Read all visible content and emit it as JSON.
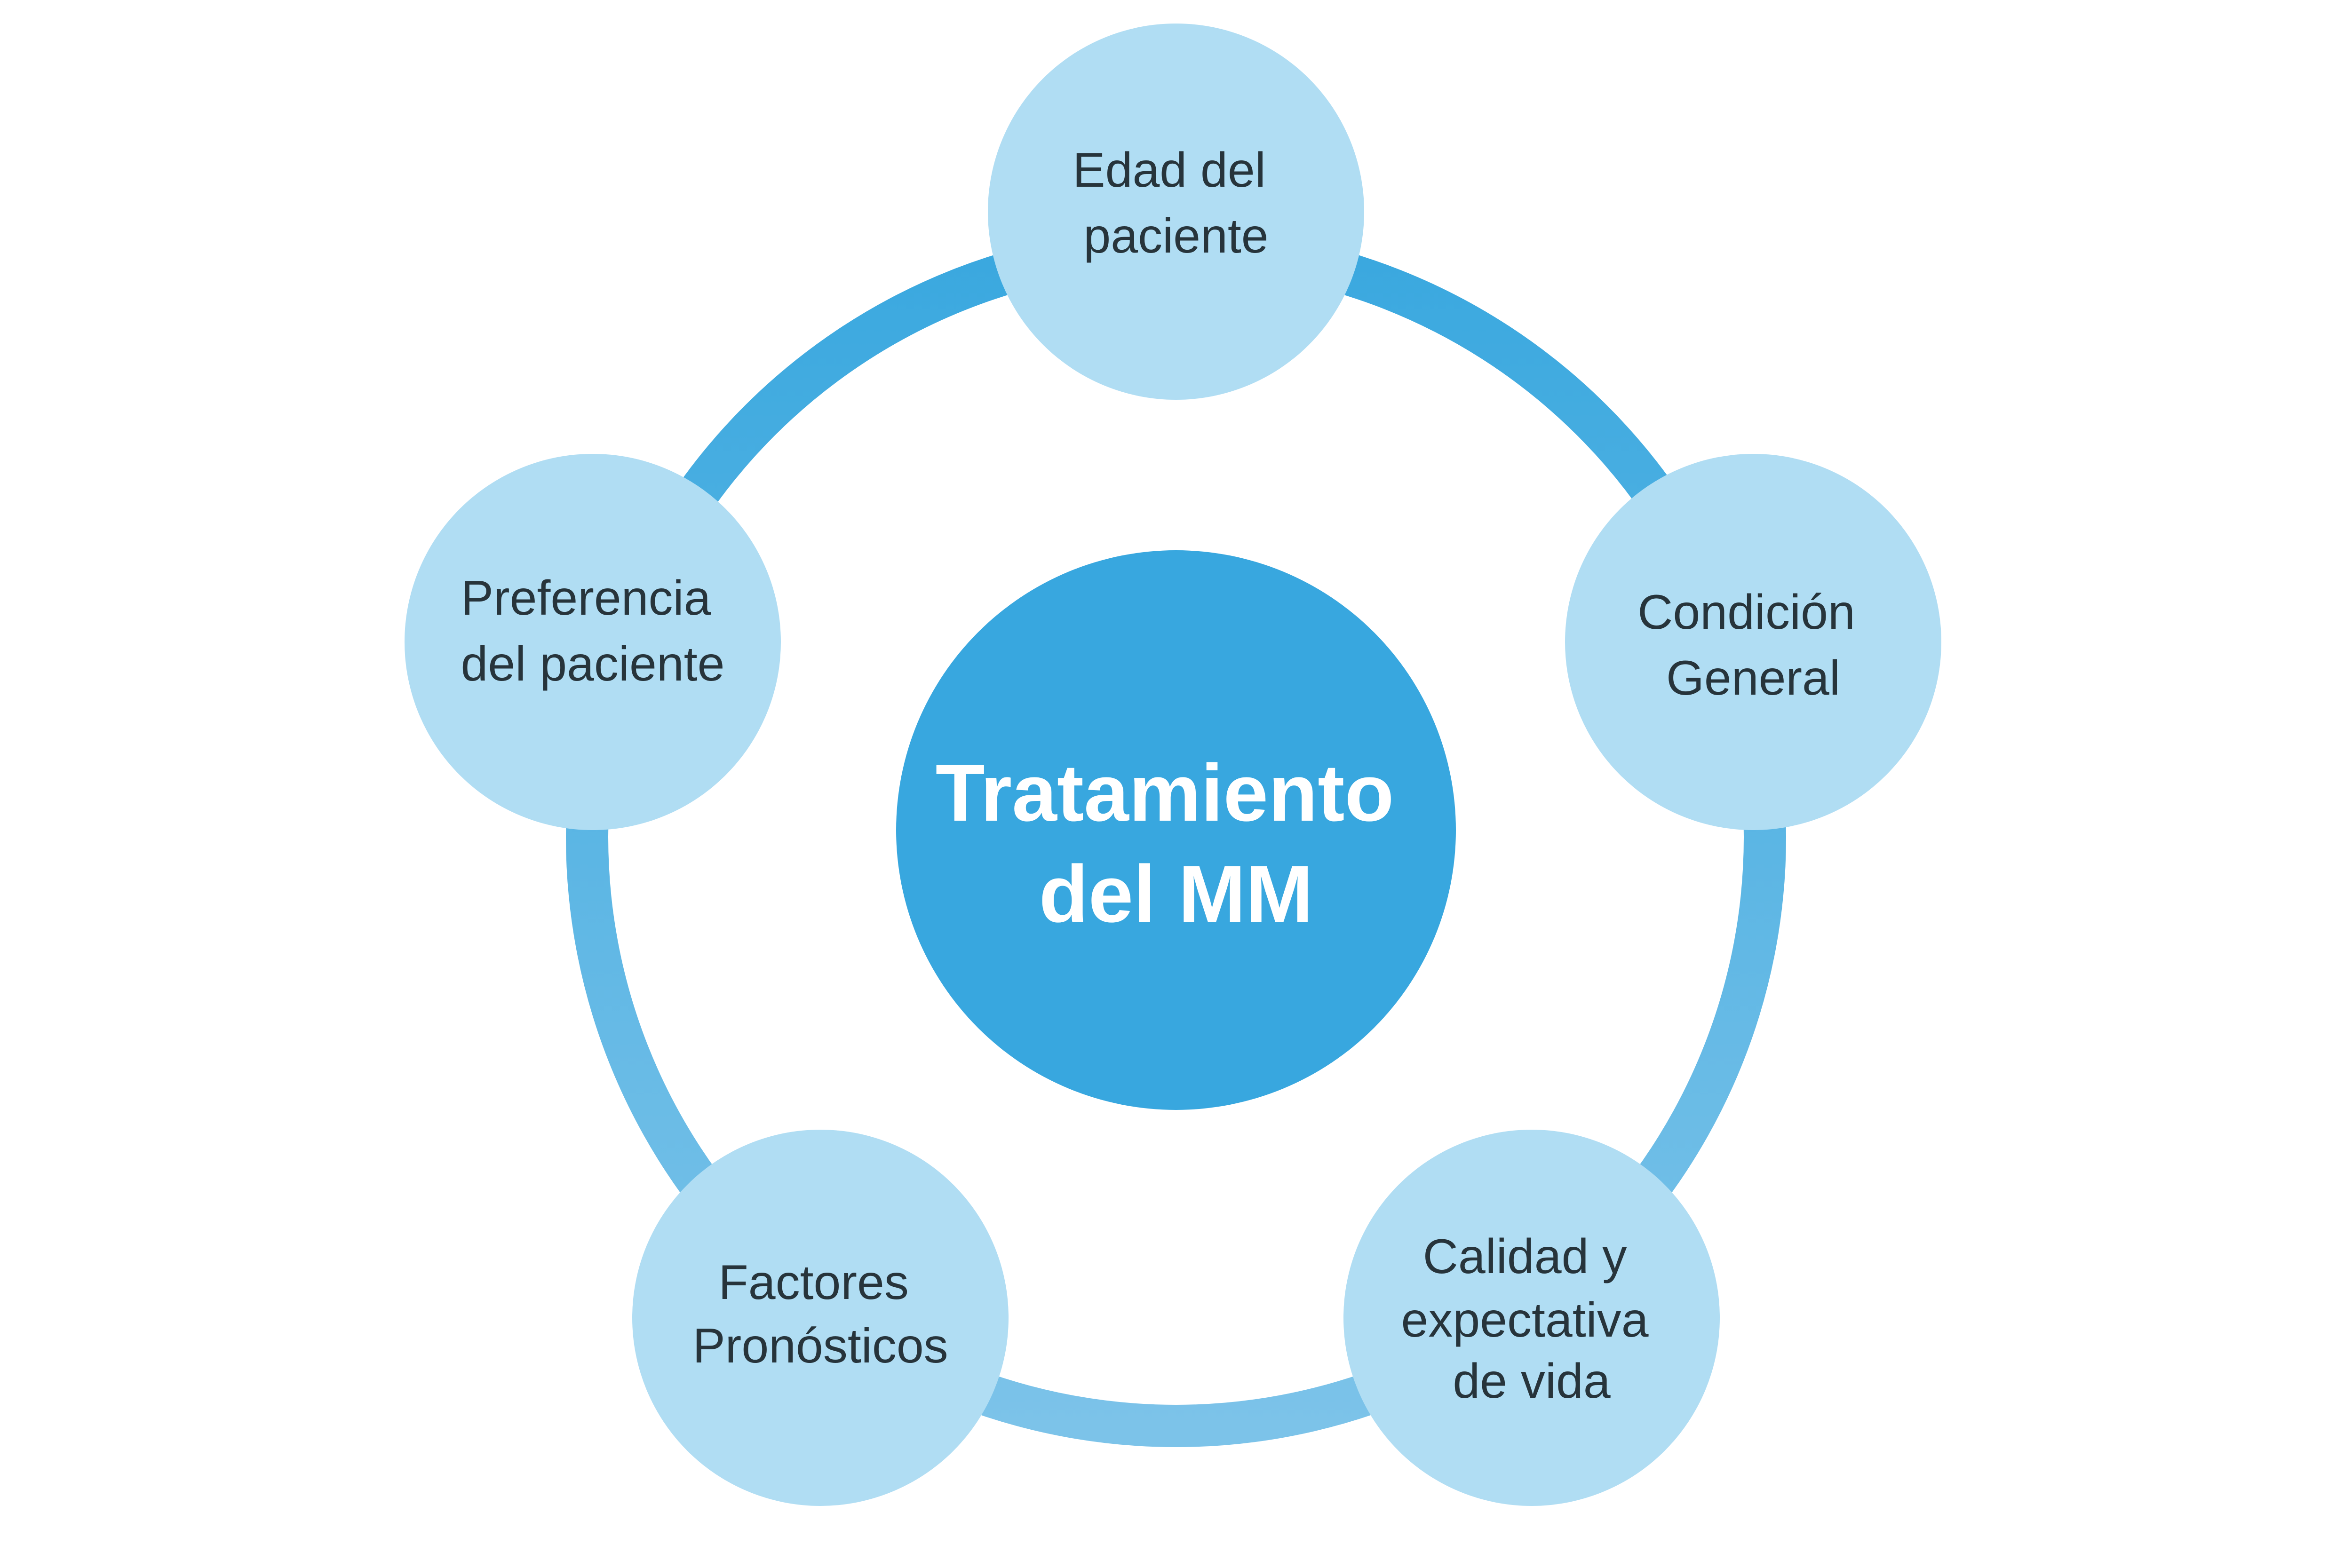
{
  "colors": {
    "ring_top": "#3aa8df",
    "ring_bottom": "#7cc3e9",
    "center_fill": "#38a7df",
    "node_fill": "#b0ddf3",
    "node_text": "#27343b",
    "center_text": "#ffffff"
  },
  "center": {
    "lines": [
      "Tratamiento",
      "del MM"
    ]
  },
  "nodes": [
    {
      "id": "edad-del-paciente",
      "lines": [
        "Edad del",
        "paciente"
      ]
    },
    {
      "id": "condicion-general",
      "lines": [
        "Condición",
        "General"
      ]
    },
    {
      "id": "calidad-y-expectativa-de-vida",
      "lines": [
        "Calidad y",
        "expectativa",
        "de vida"
      ]
    },
    {
      "id": "factores-pronosticos",
      "lines": [
        "Factores",
        "Pronósticos"
      ]
    },
    {
      "id": "preferencia-del-paciente",
      "lines": [
        "Preferencia",
        "del paciente"
      ]
    }
  ]
}
